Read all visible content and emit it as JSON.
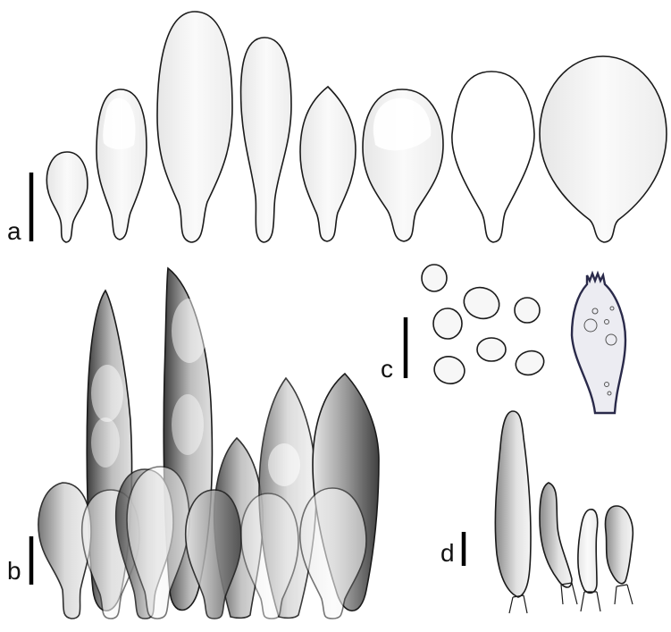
{
  "panels": [
    {
      "id": "a",
      "label": "a"
    },
    {
      "id": "b",
      "label": "b"
    },
    {
      "id": "c",
      "label": "c"
    },
    {
      "id": "d",
      "label": "d"
    }
  ],
  "colors": {
    "background": "#ffffff",
    "outline": "#1a1a1a",
    "cell_fill_light": "#f7f7f7",
    "cell_fill_dark": "#5a5a5a",
    "basidium_outline": "#2a2a4a"
  }
}
